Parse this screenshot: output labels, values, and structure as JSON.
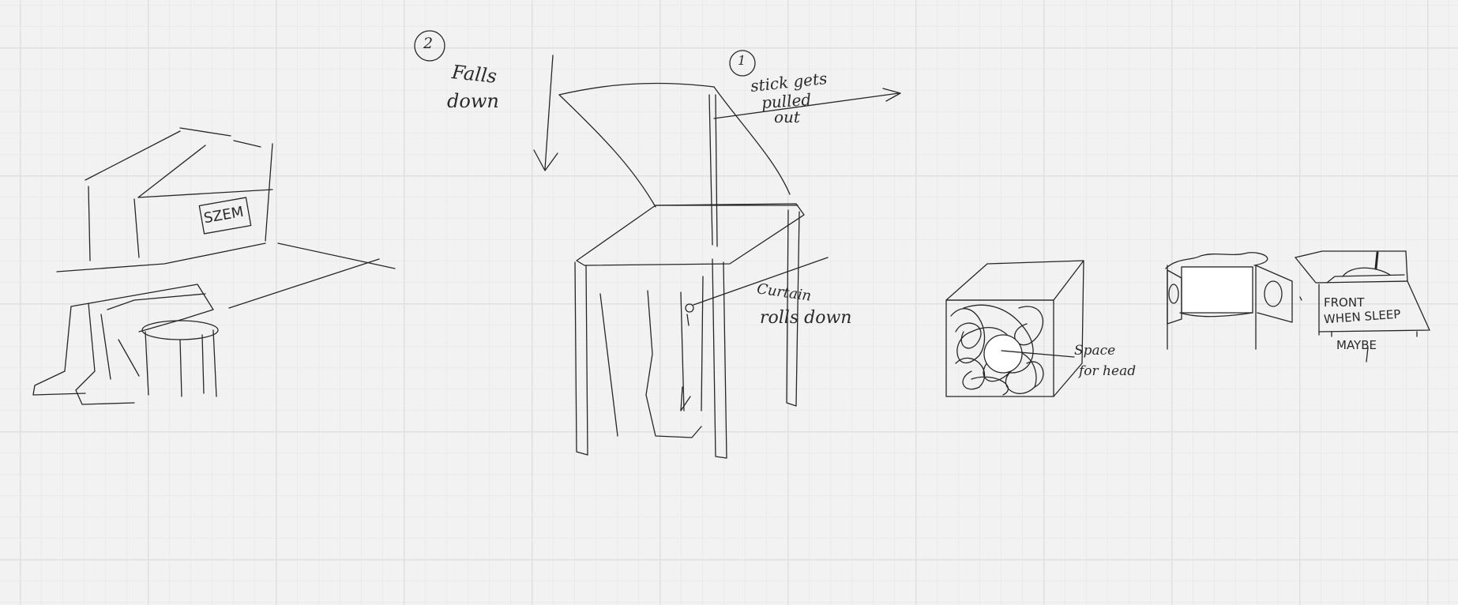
{
  "sketch": {
    "step_2_marker": "2",
    "step_2_text_line1": "Falls",
    "step_2_text_line2": "down",
    "step_1_marker": "1",
    "step_1_text_line1": "stick gets",
    "step_1_text_line2": "pulled",
    "step_1_text_line3": "out",
    "curtain_text_line1": "Curtain",
    "curtain_text_line2": "rolls down",
    "box_label": "SZEM",
    "head_space_line1": "Space",
    "head_space_line2": "for head",
    "front_line1": "FRONT",
    "front_line2": "WHEN SLEEP",
    "maybe": "MAYBE"
  },
  "colors": {
    "background": "#f2f2f2",
    "grid_major": "#e0e0e0",
    "grid_minor": "#ebebeb",
    "ink": "#262626"
  }
}
